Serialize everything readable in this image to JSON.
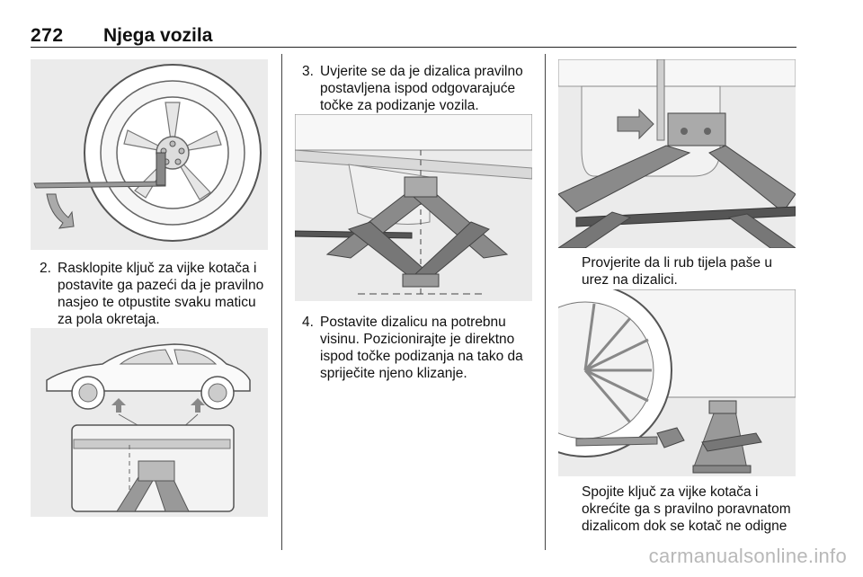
{
  "header": {
    "page_number": "272",
    "title": "Njega vozila"
  },
  "col1": {
    "step2": {
      "number": "2.",
      "text": "Rasklopite ključ za vijke kotača i postavite ga pazeći da je pravilno nasjeo te otpustite svaku maticu za pola okretaja."
    }
  },
  "col2": {
    "step3": {
      "number": "3.",
      "text": "Uvjerite se da je dizalica pravilno postavljena ispod odgovarajuće točke za podizanje vozila."
    },
    "step4": {
      "number": "4.",
      "text": "Postavite dizalicu na potrebnu visinu. Pozicionirajte je direktno ispod točke podizanja na tako da spriječite njeno klizanje."
    }
  },
  "col3": {
    "note1": "Provjerite da li rub tijela paše u urez na dizalici.",
    "note2": "Spojite ključ za vijke kotača i okrećite ga s pravilno poravnatom dizalicom dok se kotač ne odigne"
  },
  "watermark": "carmanualsonline.info"
}
